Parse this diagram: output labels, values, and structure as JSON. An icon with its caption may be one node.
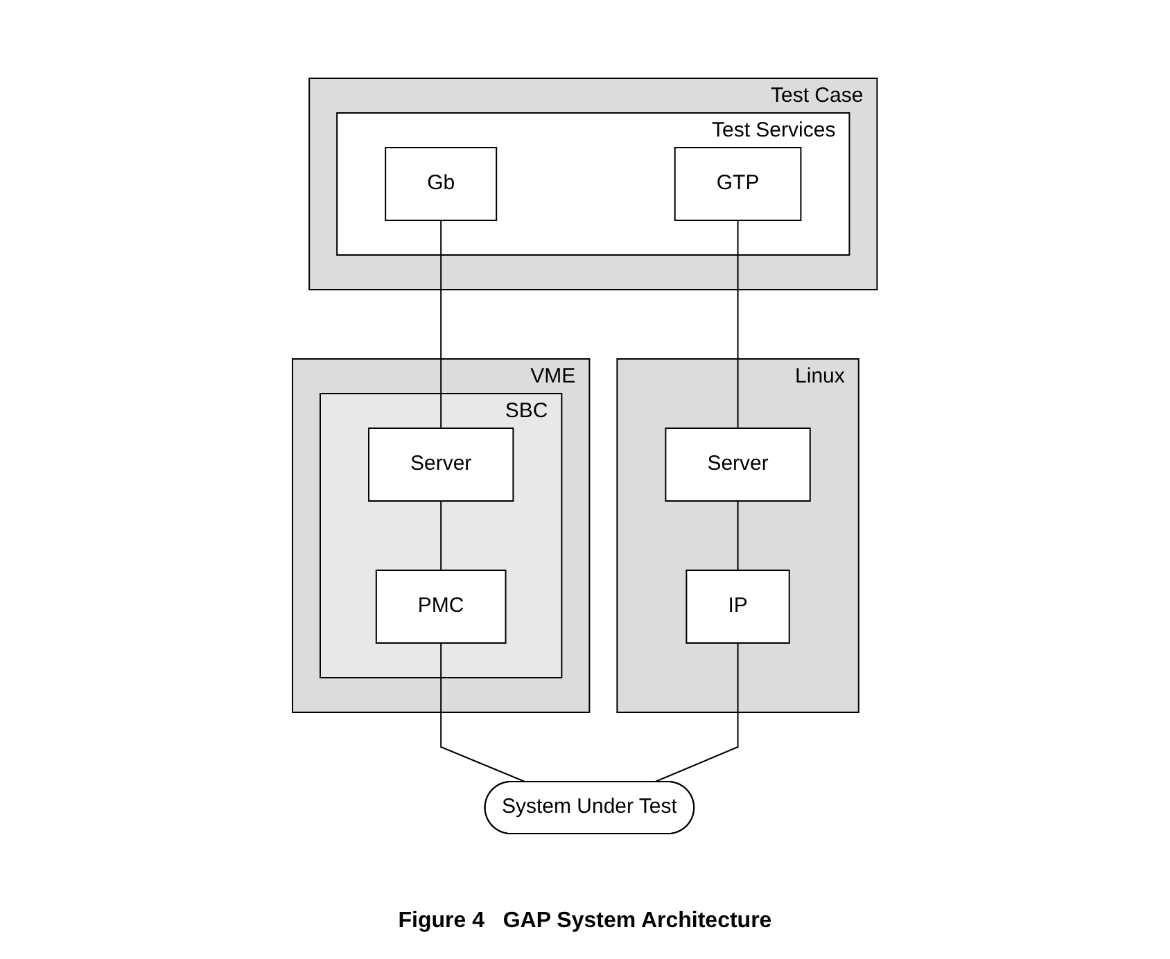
{
  "diagram": {
    "caption": "Figure 4   GAP System Architecture",
    "nodes": [
      {
        "text": [
          "Test Case"
        ]
      },
      {
        "text": [
          "Test Services"
        ],
        "in": 0
      },
      {
        "text": [
          "Gb"
        ],
        "in": 1
      },
      {
        "text": [
          "GTP"
        ],
        "in": 1
      },
      {
        "text": [
          "VME"
        ]
      },
      {
        "text": [
          "SBC"
        ],
        "in": 4
      },
      {
        "text": [
          "Server"
        ],
        "in": 5
      },
      {
        "text": [
          "PMC"
        ],
        "in": 5
      },
      {
        "text": [
          "Linux"
        ]
      },
      {
        "text": [
          "Server"
        ],
        "in": 8
      },
      {
        "text": [
          "IP"
        ],
        "in": 8
      },
      {
        "text": [
          "System Under Test"
        ]
      }
    ],
    "edges": [
      {
        "from": 2,
        "to": 6,
        "arrow": "none"
      },
      {
        "from": 6,
        "to": 7,
        "arrow": "none"
      },
      {
        "from": 3,
        "to": 9,
        "arrow": "none"
      },
      {
        "from": 9,
        "to": 10,
        "arrow": "none"
      },
      {
        "from": 7,
        "to": 11,
        "arrow": "none"
      },
      {
        "from": 10,
        "to": 11,
        "arrow": "none"
      }
    ]
  }
}
